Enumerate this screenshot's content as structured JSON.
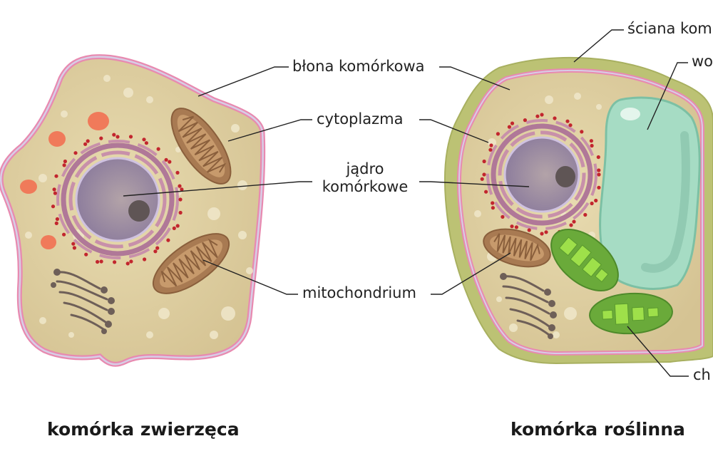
{
  "titles": {
    "animal": "komórka zwierzęca",
    "plant": "komórka roślinna"
  },
  "labels": {
    "cell_wall": "ściana kom",
    "cell_membrane": "błona komórkowa",
    "vacuole": "wo",
    "cytoplasm": "cytoplazma",
    "nucleus_line1": "jądro",
    "nucleus_line2": "komórkowe",
    "mitochondrion": "mitochondrium",
    "chloroplast": "ch"
  },
  "colors": {
    "cytoplasm": "#d9c89a",
    "membrane": "#e88ab0",
    "membrane_inner": "#cfc2e0",
    "cell_wall": "#b8c070",
    "nucleus": "#8f7fa0",
    "nucleolus": "#5f5555",
    "er": "#b07898",
    "ribosome": "#c2262e",
    "mitochondrion": "#a87a52",
    "lysosome": "#f07a5a",
    "golgi": "#6e5f58",
    "vacuole": "#a6dcc4",
    "chloroplast": "#6aaa3a",
    "thylakoid": "#9ee04a",
    "leader": "#222222"
  }
}
